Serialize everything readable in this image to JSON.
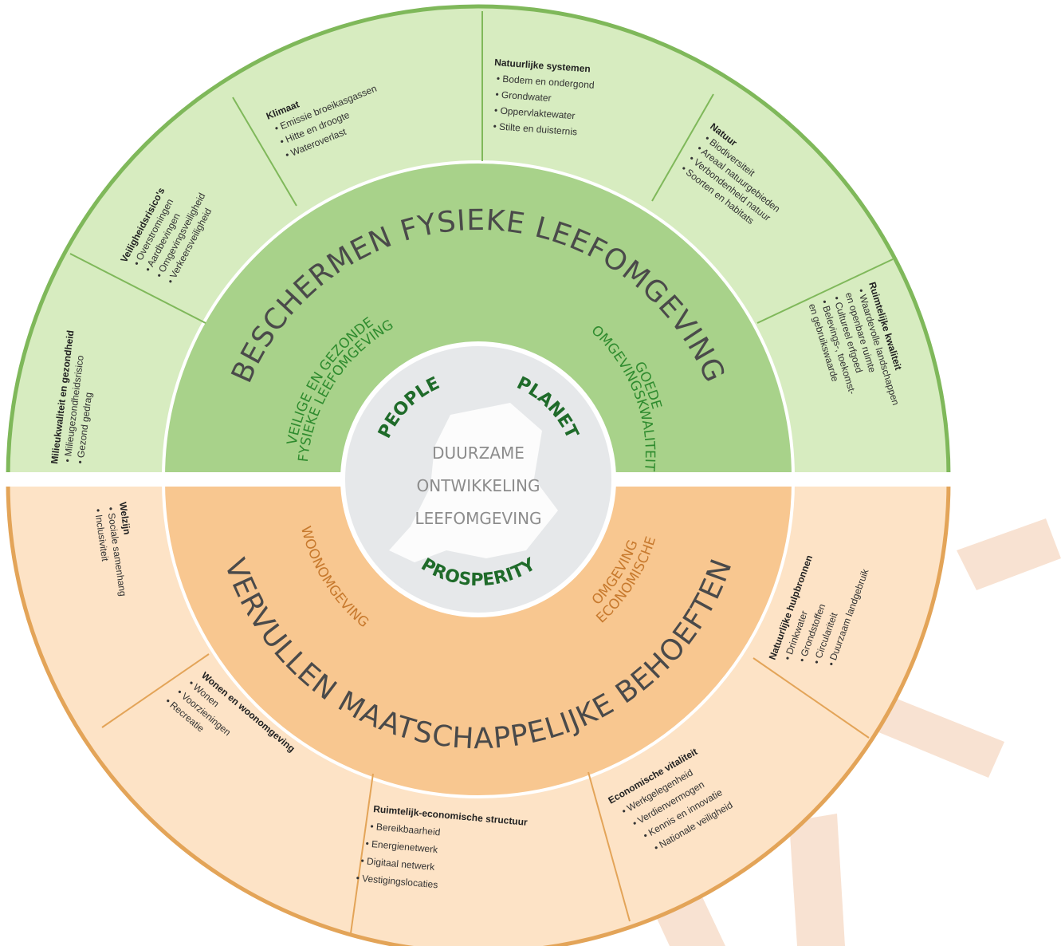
{
  "colors": {
    "green_outer": "#d7ecc0",
    "green_inner": "#a8d28a",
    "green_border": "#7fb85a",
    "orange_outer": "#fde3c6",
    "orange_inner": "#f8c790",
    "orange_border": "#e3a458",
    "center": "#e6e8ea",
    "rays": "#f8e2d2"
  },
  "center": {
    "line1": "DUURZAME",
    "line2": "ONTWIKKELING",
    "line3": "LEEFOMGEVING",
    "people": "PEOPLE",
    "planet": "PLANET",
    "prosperity": "PROSPERITY"
  },
  "upper": {
    "title": "BESCHERMEN FYSIEKE LEEFOMGEVING",
    "sub_left_1": "VEILIGE EN GEZONDE",
    "sub_left_2": "FYSIEKE LEEFOMGEVING",
    "sub_right_1": "GOEDE",
    "sub_right_2": "OMGEVINGSKWALITEIT"
  },
  "lower": {
    "title": "VERVULLEN MAATSCHAPPELIJKE BEHOEFTEN",
    "sub_left": "WOONOMGEVING",
    "sub_right_1": "ECONOMISCHE",
    "sub_right_2": "OMGEVING"
  },
  "segments": [
    {
      "title": "Milieukwaliteit en gezondheid",
      "items": [
        "• Milieugezondheidsrisico",
        "• Gezond gedrag"
      ]
    },
    {
      "title": "Veiligheidsrisico's",
      "items": [
        "• Overstromingen",
        "• Aardbevingen",
        "• Omgevingsveiligheid",
        "• Verkeersveiligheid"
      ]
    },
    {
      "title": "Klimaat",
      "items": [
        "• Emissie broeikasgassen",
        "• Hitte en droogte",
        "• Wateroverlast"
      ]
    },
    {
      "title": "Natuurlijke systemen",
      "items": [
        "• Bodem en ondergond",
        "• Grondwater",
        "• Oppervlaktewater",
        "• Stilte en duisternis"
      ]
    },
    {
      "title": "Natuur",
      "items": [
        "• Biodiversiteit",
        "• Areaal natuurgebieden",
        "• Verbondenheid natuur",
        "• Soorten en habitats"
      ]
    },
    {
      "title": "Ruimtelijke kwaliteit",
      "items": [
        "• Waardevolle landschappen",
        "  en openbare ruimte",
        "• Cultureel erfgoed",
        "• Belevings-, toekomst-",
        "  en gebruikswaarde"
      ]
    },
    {
      "title": "Welzijn",
      "items": [
        "• Sociale samenhang",
        "• Inclusiviteit"
      ]
    },
    {
      "title": "Wonen en woonomgeving",
      "items": [
        "• Wonen",
        "• Voorzieningen",
        "• Recreatie"
      ]
    },
    {
      "title": "Ruimtelijk-economische structuur",
      "items": [
        "• Bereikbaarheid",
        "• Energienetwerk",
        "• Digitaal netwerk",
        "• Vestigingslocaties"
      ]
    },
    {
      "title": "Economische vitaliteit",
      "items": [
        "• Werkgelegenheid",
        "• Verdienvermogen",
        "• Kennis en innovatie",
        "• Nationale veiligheid"
      ]
    },
    {
      "title": "Natuurlijke hulpbronnen",
      "items": [
        "• Drinkwater",
        "• Grondstoffen",
        "• Circulariteit",
        "• Duurzaam landgebruik"
      ]
    }
  ]
}
